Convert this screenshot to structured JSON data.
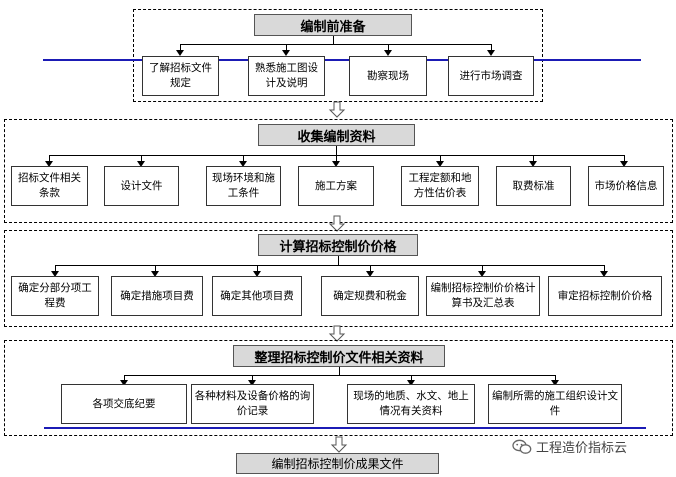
{
  "stage1": {
    "title": "编制前准备",
    "items": [
      "了解招标文件规定",
      "熟悉施工图设计及说明",
      "勘察现场",
      "进行市场调查"
    ]
  },
  "stage2": {
    "title": "收集编制资料",
    "items": [
      "招标文件相关条款",
      "设计文件",
      "现场环境和施工条件",
      "施工方案",
      "工程定额和地方性估价表",
      "取费标准",
      "市场价格信息"
    ]
  },
  "stage3": {
    "title": "计算招标控制价价格",
    "items": [
      "确定分部分项工程费",
      "确定措施项目费",
      "确定其他项目费",
      "确定规费和税金",
      "编制招标控制价价格计算书及汇总表",
      "审定招标控制价价格"
    ]
  },
  "stage4": {
    "title": "整理招标控制价文件相关资料",
    "items": [
      "各项交底纪要",
      "各种材料及设备价格的询价记录",
      "现场的地质、水文、地上情况有关资料",
      "编制所需的施工组织设计文件"
    ]
  },
  "result": {
    "title": "编制招标控制价成果文件"
  },
  "watermark": {
    "text": "工程造价指标云",
    "icon": "wechat-icon"
  },
  "colors": {
    "accent_line": "#1b1bb5",
    "header_fill": "#d9d9d9"
  }
}
